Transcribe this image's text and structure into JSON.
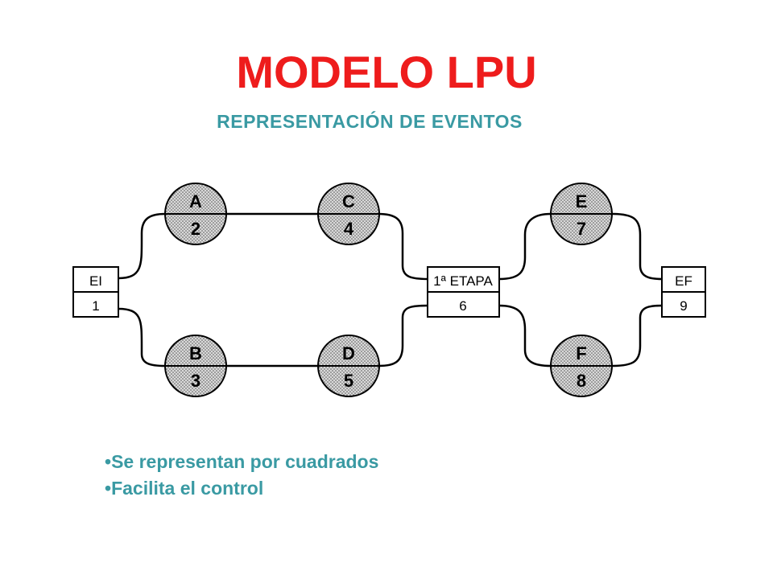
{
  "title": "MODELO LPU",
  "subtitle": "REPRESENTACIÓN DE EVENTOS",
  "diagram": {
    "events": {
      "start": {
        "label": "EI",
        "number": "1"
      },
      "stage": {
        "label": "1ª ETAPA",
        "number": "6"
      },
      "end": {
        "label": "EF",
        "number": "9"
      }
    },
    "activities": {
      "a": {
        "label": "A",
        "number": "2"
      },
      "b": {
        "label": "B",
        "number": "3"
      },
      "c": {
        "label": "C",
        "number": "4"
      },
      "d": {
        "label": "D",
        "number": "5"
      },
      "e": {
        "label": "E",
        "number": "7"
      },
      "f": {
        "label": "F",
        "number": "8"
      }
    }
  },
  "bullets": [
    "Se representan por cuadrados",
    "Facilita el control"
  ],
  "colors": {
    "title": "#ee1c1c",
    "accent": "#3a9aa3",
    "node_fill": "#d9d9d9"
  }
}
